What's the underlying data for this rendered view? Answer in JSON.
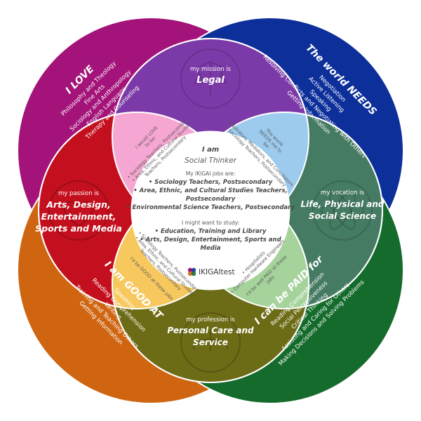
{
  "colors": {
    "love": "#a3137a",
    "needs": "#0d2f9a",
    "good": "#cf6510",
    "paid": "#146b2c",
    "mission": "#7b3aa8",
    "passion": "#c4101e",
    "vocation": "#457a63",
    "profession": "#6c6b16",
    "pink": "#f6a6d2",
    "blue": "#9ccbee",
    "yellow": "#f7c85e",
    "green": "#a5d39b"
  },
  "love": {
    "title": "I LOVE",
    "items": [
      "Philosophy and Theology",
      "Fine Arts",
      "Sociology and Anthropology",
      "English Language",
      "Therapy and Counseling"
    ]
  },
  "needs": {
    "title": "The world NEEDS",
    "items": [
      "Negotiation",
      "Active Listening",
      "Speaking",
      "Resolving Conflicts and Negotiating with Others",
      "Getting Information"
    ]
  },
  "good": {
    "title": "I am GOOD AT",
    "items": [
      "Speaking",
      "Reading Comprehension",
      "Writing",
      "Training and Teaching Others",
      "Getting Information"
    ]
  },
  "paid": {
    "title": "I can be PAID for",
    "items": [
      "Reading Comprehension",
      "Social Perceptiveness",
      "Critical Thinking",
      "Assisting and Caring for Others",
      "Making Decisions and Solving Problems"
    ]
  },
  "mission": {
    "caption": "my mission is",
    "value": "Legal"
  },
  "passion": {
    "caption": "my passion is",
    "lines": [
      "Arts, Design,",
      "Entertainment,",
      "Sports and Media"
    ]
  },
  "vocation": {
    "caption": "my vocation is",
    "lines": [
      "Life, Physical and",
      "Social Science"
    ]
  },
  "profession": {
    "caption": "my profession is",
    "lines": [
      "Personal Care and",
      "Service"
    ]
  },
  "petals": {
    "pink": {
      "header": [
        "I would LOVE",
        "to be:"
      ],
      "items": [
        "• Sociology Teachers, Postsecondary",
        "• Area, Ethnic, and Cultural Studies",
        "Teachers, Postsecondary"
      ]
    },
    "blue": {
      "header": [
        "The world",
        "NEEDS me to",
        "be:"
      ],
      "items": [
        "• Arbitrators, Mediators, and Conciliators",
        "• Sociology Teachers, Postsecondary"
      ]
    },
    "yellow": {
      "header": "I'd be GOOD at these jobs",
      "items": [
        "• Sociology Teachers, Postsecondary",
        "• Area, Ethnic, and Cultural Studies",
        "Teachers, Postsecondary"
      ]
    },
    "green": {
      "header": [
        "I'd be well PAID at these",
        "jobs"
      ],
      "items": [
        "• Hospitalists",
        "• Computer Hardware Engineers"
      ]
    }
  },
  "center": {
    "iam": "I am",
    "type": "Social Thinker",
    "jobs_label": "My IKIGAI jobs are:",
    "jobs": [
      "• Sociology Teachers, Postsecondary",
      "• Area, Ethnic, and Cultural Studies Teachers,",
      "Postsecondary",
      "• Environmental Science Teachers, Postsecondary"
    ],
    "study_label": "I might want to study:",
    "study": [
      "• Education, Training and Library",
      "• Arts, Design, Entertainment, Sports and",
      "Media"
    ]
  },
  "logo": {
    "text": "IKIGAItest"
  }
}
